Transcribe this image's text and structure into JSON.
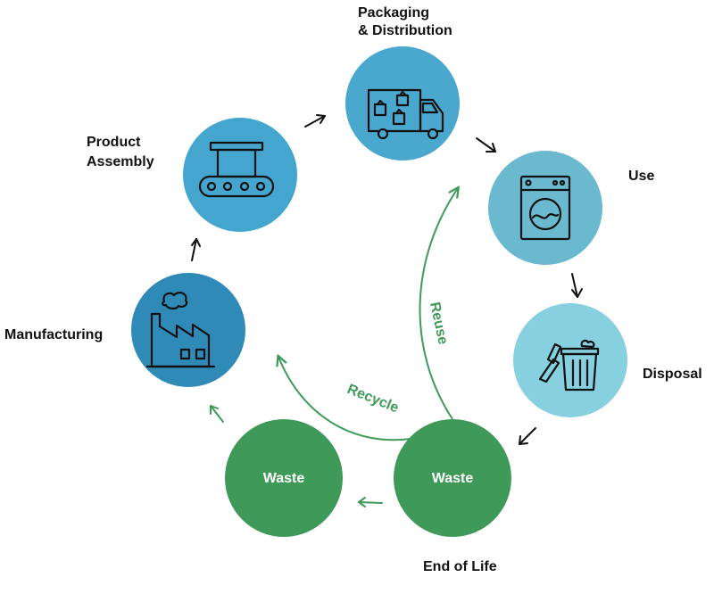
{
  "stages": {
    "packaging": {
      "label_line1": "Packaging",
      "label_line2": "& Distribution",
      "color": "#4aa8cf",
      "icon": "delivery-truck-icon"
    },
    "use": {
      "label": "Use",
      "color": "#6ab9cf",
      "icon": "washing-machine-icon"
    },
    "disposal": {
      "label": "Disposal",
      "color": "#86d0df",
      "icon": "trash-can-icon"
    },
    "end_of_life": {
      "circle_label": "Waste",
      "caption": "End of Life",
      "color": "#3f9a5a"
    },
    "waste": {
      "circle_label": "Waste",
      "color": "#3f9a5a"
    },
    "manufacturing": {
      "label": "Manufacturing",
      "color": "#2f8ab8",
      "icon": "factory-icon"
    },
    "product_assembly": {
      "label_line1": "Product",
      "label_line2": "Assembly",
      "color": "#44a6cf",
      "icon": "conveyor-belt-icon"
    }
  },
  "loops": {
    "reuse": {
      "label": "Reuse",
      "color": "#3f9a5a"
    },
    "recycle": {
      "label": "Recycle",
      "color": "#3f9a5a"
    }
  }
}
